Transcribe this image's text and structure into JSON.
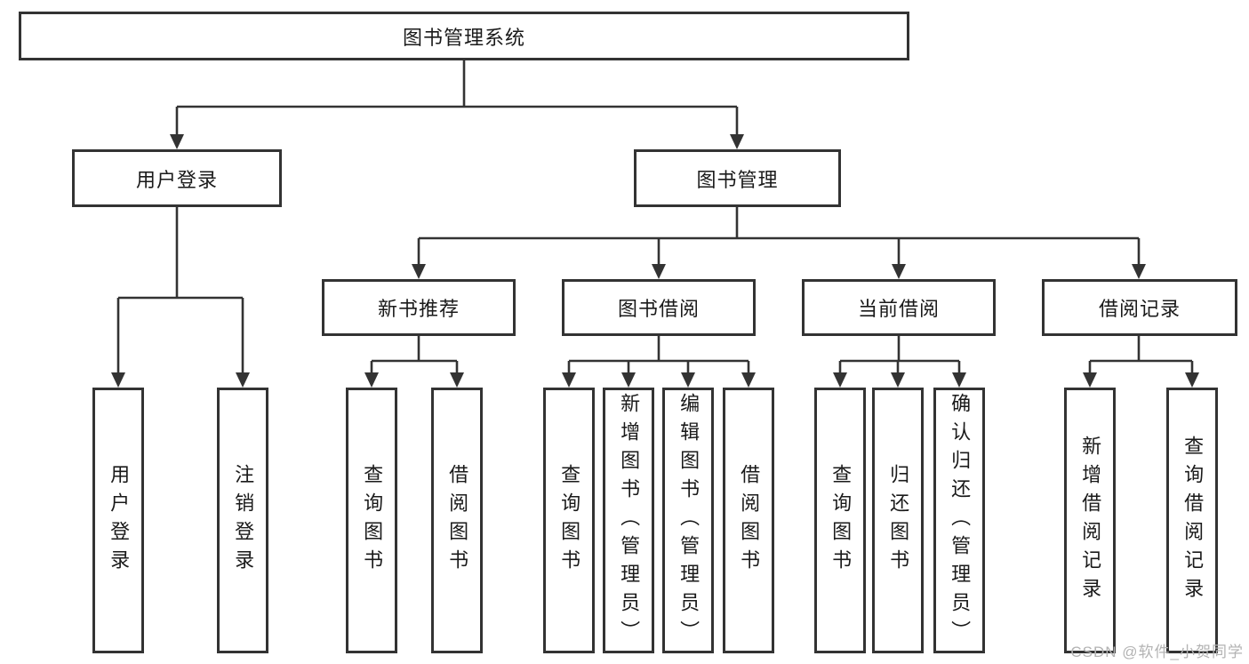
{
  "diagram_type": "function-structure-tree",
  "colors": {
    "line": "#333333",
    "text": "#1a1a1a",
    "background": "#ffffff",
    "watermark": "#b3b3b3"
  },
  "tree": {
    "label": "图书管理系统",
    "children": [
      {
        "label": "用户登录",
        "children": [
          {
            "label": "用户登录"
          },
          {
            "label": "注销登录"
          }
        ]
      },
      {
        "label": "图书管理",
        "children": [
          {
            "label": "新书推荐",
            "children": [
              {
                "label": "查询图书"
              },
              {
                "label": "借阅图书"
              }
            ]
          },
          {
            "label": "图书借阅",
            "children": [
              {
                "label": "查询图书"
              },
              {
                "label": "新增图书（管理员）"
              },
              {
                "label": "编辑图书（管理员）"
              },
              {
                "label": "借阅图书"
              }
            ]
          },
          {
            "label": "当前借阅",
            "children": [
              {
                "label": "查询图书"
              },
              {
                "label": "归还图书"
              },
              {
                "label": "确认归还（管理员）"
              }
            ]
          },
          {
            "label": "借阅记录",
            "children": [
              {
                "label": "新增借阅记录"
              },
              {
                "label": "查询借阅记录"
              }
            ]
          }
        ]
      }
    ]
  },
  "watermark": "CSDN @软件_小贺同学"
}
